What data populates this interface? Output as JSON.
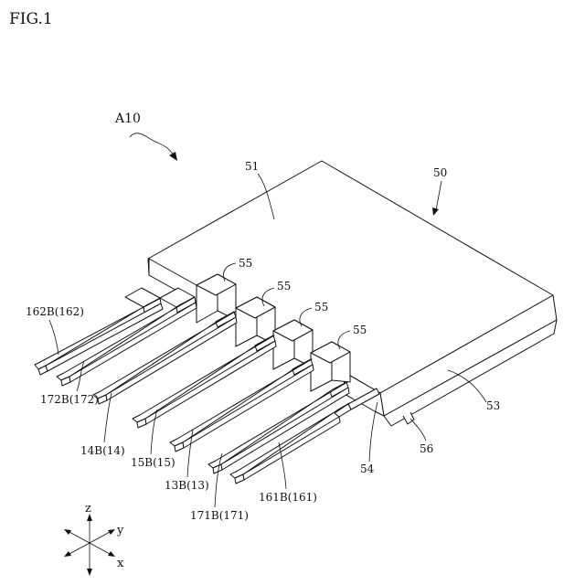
{
  "figure": {
    "title": "FIG.1",
    "assembly_label": "A10"
  },
  "labels": {
    "l50": "50",
    "l51": "51",
    "l53": "53",
    "l54": "54",
    "l55a": "55",
    "l55b": "55",
    "l55c": "55",
    "l55d": "55",
    "l56": "56",
    "l162": "162B(162)",
    "l172": "172B(172)",
    "l14": "14B(14)",
    "l15": "15B(15)",
    "l13": "13B(13)",
    "l171": "171B(171)",
    "l161": "161B(161)"
  },
  "axes": {
    "z": "z",
    "y": "y",
    "x": "x"
  }
}
